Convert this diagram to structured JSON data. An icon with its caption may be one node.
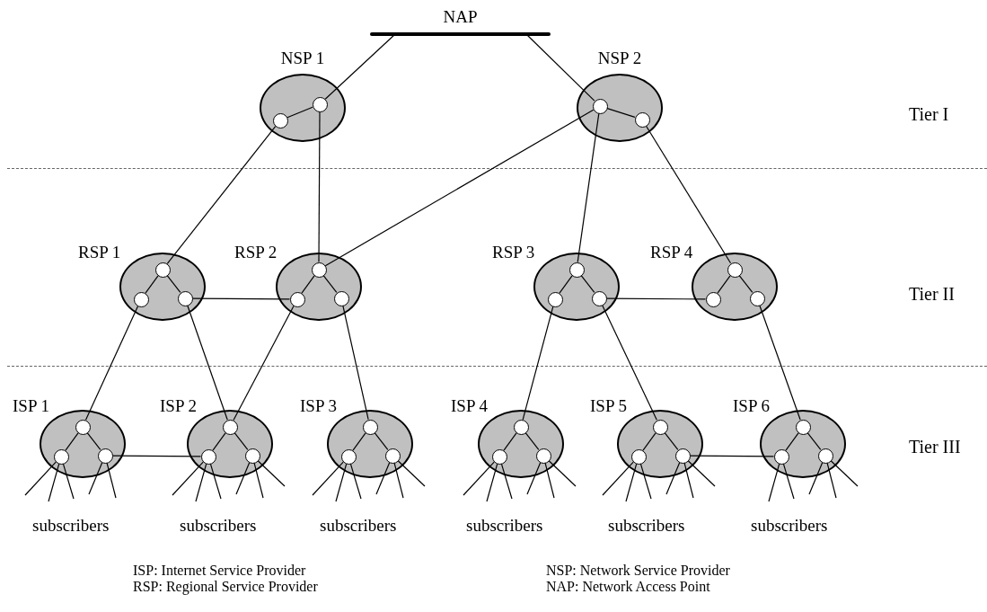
{
  "diagram": {
    "nodes": [
      {
        "text": [
          "NAP"
        ]
      },
      {
        "text": [
          "NSP 1"
        ]
      },
      {
        "text": [],
        "shape": "circle",
        "in": 1
      },
      {
        "text": [],
        "shape": "circle",
        "in": 1
      },
      {
        "text": [
          "NSP 2"
        ]
      },
      {
        "text": [],
        "shape": "circle",
        "in": 4
      },
      {
        "text": [],
        "shape": "circle",
        "in": 4
      },
      {
        "text": [
          "RSP 1"
        ]
      },
      {
        "text": [],
        "shape": "circle",
        "in": 7
      },
      {
        "text": [],
        "shape": "circle",
        "in": 7
      },
      {
        "text": [],
        "shape": "circle",
        "in": 7
      },
      {
        "text": [
          "RSP 2"
        ]
      },
      {
        "text": [],
        "shape": "circle",
        "in": 11
      },
      {
        "text": [],
        "shape": "circle",
        "in": 11
      },
      {
        "text": [],
        "shape": "circle",
        "in": 11
      },
      {
        "text": [
          "RSP 3"
        ]
      },
      {
        "text": [],
        "shape": "circle",
        "in": 15
      },
      {
        "text": [],
        "shape": "circle",
        "in": 15
      },
      {
        "text": [],
        "shape": "circle",
        "in": 15
      },
      {
        "text": [
          "RSP 4"
        ]
      },
      {
        "text": [],
        "shape": "circle",
        "in": 19
      },
      {
        "text": [],
        "shape": "circle",
        "in": 19
      },
      {
        "text": [],
        "shape": "circle",
        "in": 19
      },
      {
        "text": [
          "ISP 1"
        ]
      },
      {
        "text": [],
        "shape": "circle",
        "in": 23
      },
      {
        "text": [],
        "shape": "circle",
        "in": 23
      },
      {
        "text": [],
        "shape": "circle",
        "in": 23
      },
      {
        "text": [
          "ISP 2"
        ]
      },
      {
        "text": [],
        "shape": "circle",
        "in": 27
      },
      {
        "text": [],
        "shape": "circle",
        "in": 27
      },
      {
        "text": [],
        "shape": "circle",
        "in": 27
      },
      {
        "text": [
          "ISP 3"
        ]
      },
      {
        "text": [],
        "shape": "circle",
        "in": 31
      },
      {
        "text": [],
        "shape": "circle",
        "in": 31
      },
      {
        "text": [],
        "shape": "circle",
        "in": 31
      },
      {
        "text": [
          "ISP 4"
        ]
      },
      {
        "text": [],
        "shape": "circle",
        "in": 35
      },
      {
        "text": [],
        "shape": "circle",
        "in": 35
      },
      {
        "text": [],
        "shape": "circle",
        "in": 35
      },
      {
        "text": [
          "ISP 5"
        ]
      },
      {
        "text": [],
        "shape": "circle",
        "in": 39
      },
      {
        "text": [],
        "shape": "circle",
        "in": 39
      },
      {
        "text": [],
        "shape": "circle",
        "in": 39
      },
      {
        "text": [
          "ISP 6"
        ]
      },
      {
        "text": [],
        "shape": "circle",
        "in": 43
      },
      {
        "text": [],
        "shape": "circle",
        "in": 43
      },
      {
        "text": [],
        "shape": "circle",
        "in": 43
      }
    ],
    "edges": [
      {
        "from": 0,
        "to": 3,
        "arrow": "none"
      },
      {
        "from": 0,
        "to": 5,
        "arrow": "none"
      },
      {
        "from": 2,
        "to": 3,
        "arrow": "none"
      },
      {
        "from": 5,
        "to": 6,
        "arrow": "none"
      },
      {
        "from": 2,
        "to": 8,
        "arrow": "none"
      },
      {
        "from": 3,
        "to": 12,
        "arrow": "none"
      },
      {
        "from": 5,
        "to": 12,
        "arrow": "none"
      },
      {
        "from": 5,
        "to": 16,
        "arrow": "none"
      },
      {
        "from": 6,
        "to": 20,
        "arrow": "none"
      },
      {
        "from": 8,
        "to": 9,
        "arrow": "none"
      },
      {
        "from": 8,
        "to": 10,
        "arrow": "none"
      },
      {
        "from": 12,
        "to": 13,
        "arrow": "none"
      },
      {
        "from": 12,
        "to": 14,
        "arrow": "none"
      },
      {
        "from": 16,
        "to": 17,
        "arrow": "none"
      },
      {
        "from": 16,
        "to": 18,
        "arrow": "none"
      },
      {
        "from": 20,
        "to": 21,
        "arrow": "none"
      },
      {
        "from": 20,
        "to": 22,
        "arrow": "none"
      },
      {
        "from": 10,
        "to": 13,
        "arrow": "none"
      },
      {
        "from": 18,
        "to": 21,
        "arrow": "none"
      },
      {
        "from": 9,
        "to": 24,
        "arrow": "none"
      },
      {
        "from": 10,
        "to": 28,
        "arrow": "none"
      },
      {
        "from": 13,
        "to": 28,
        "arrow": "none"
      },
      {
        "from": 14,
        "to": 32,
        "arrow": "none"
      },
      {
        "from": 17,
        "to": 36,
        "arrow": "none"
      },
      {
        "from": 18,
        "to": 40,
        "arrow": "none"
      },
      {
        "from": 22,
        "to": 44,
        "arrow": "none"
      },
      {
        "from": 24,
        "to": 25,
        "arrow": "none"
      },
      {
        "from": 24,
        "to": 26,
        "arrow": "none"
      },
      {
        "from": 28,
        "to": 29,
        "arrow": "none"
      },
      {
        "from": 28,
        "to": 30,
        "arrow": "none"
      },
      {
        "from": 32,
        "to": 33,
        "arrow": "none"
      },
      {
        "from": 32,
        "to": 34,
        "arrow": "none"
      },
      {
        "from": 36,
        "to": 37,
        "arrow": "none"
      },
      {
        "from": 36,
        "to": 38,
        "arrow": "none"
      },
      {
        "from": 40,
        "to": 41,
        "arrow": "none"
      },
      {
        "from": 40,
        "to": 42,
        "arrow": "none"
      },
      {
        "from": 44,
        "to": 45,
        "arrow": "none"
      },
      {
        "from": 44,
        "to": 46,
        "arrow": "none"
      },
      {
        "from": 26,
        "to": 29,
        "arrow": "none"
      },
      {
        "from": 42,
        "to": 45,
        "arrow": "none"
      },
      {
        "from": 25,
        "to": null,
        "arrow": "none"
      },
      {
        "from": 25,
        "to": null,
        "arrow": "none"
      },
      {
        "from": 25,
        "to": null,
        "arrow": "none"
      },
      {
        "from": 26,
        "to": null,
        "arrow": "none"
      },
      {
        "from": 26,
        "to": null,
        "arrow": "none"
      },
      {
        "from": 29,
        "to": null,
        "arrow": "none"
      },
      {
        "from": 29,
        "to": null,
        "arrow": "none"
      },
      {
        "from": 29,
        "to": null,
        "arrow": "none"
      },
      {
        "from": 30,
        "to": null,
        "arrow": "none"
      },
      {
        "from": 30,
        "to": null,
        "arrow": "none"
      },
      {
        "from": 30,
        "to": null,
        "arrow": "none"
      },
      {
        "from": 33,
        "to": null,
        "arrow": "none"
      },
      {
        "from": 33,
        "to": null,
        "arrow": "none"
      },
      {
        "from": 33,
        "to": null,
        "arrow": "none"
      },
      {
        "from": 34,
        "to": null,
        "arrow": "none"
      },
      {
        "from": 34,
        "to": null,
        "arrow": "none"
      },
      {
        "from": 34,
        "to": null,
        "arrow": "none"
      },
      {
        "from": 37,
        "to": null,
        "arrow": "none"
      },
      {
        "from": 37,
        "to": null,
        "arrow": "none"
      },
      {
        "from": 37,
        "to": null,
        "arrow": "none"
      },
      {
        "from": 38,
        "to": null,
        "arrow": "none"
      },
      {
        "from": 38,
        "to": null,
        "arrow": "none"
      },
      {
        "from": 38,
        "to": null,
        "arrow": "none"
      },
      {
        "from": 41,
        "to": null,
        "arrow": "none"
      },
      {
        "from": 41,
        "to": null,
        "arrow": "none"
      },
      {
        "from": 41,
        "to": null,
        "arrow": "none"
      },
      {
        "from": 42,
        "to": null,
        "arrow": "none"
      },
      {
        "from": 42,
        "to": null,
        "arrow": "none"
      },
      {
        "from": 42,
        "to": null,
        "arrow": "none"
      },
      {
        "from": 45,
        "to": null,
        "arrow": "none"
      },
      {
        "from": 45,
        "to": null,
        "arrow": "none"
      },
      {
        "from": 46,
        "to": null,
        "arrow": "none"
      },
      {
        "from": 46,
        "to": null,
        "arrow": "none"
      },
      {
        "from": 46,
        "to": null,
        "arrow": "none"
      }
    ],
    "labels": [
      "Tier I",
      "Tier II",
      "Tier III",
      "subscribers",
      "subscribers",
      "subscribers",
      "subscribers",
      "subscribers",
      "subscribers",
      "ISP: Internet Service Provider",
      "NSP: Network Service Provider",
      "RSP: Regional Service Provider",
      "NAP: Network Access Point"
    ]
  }
}
